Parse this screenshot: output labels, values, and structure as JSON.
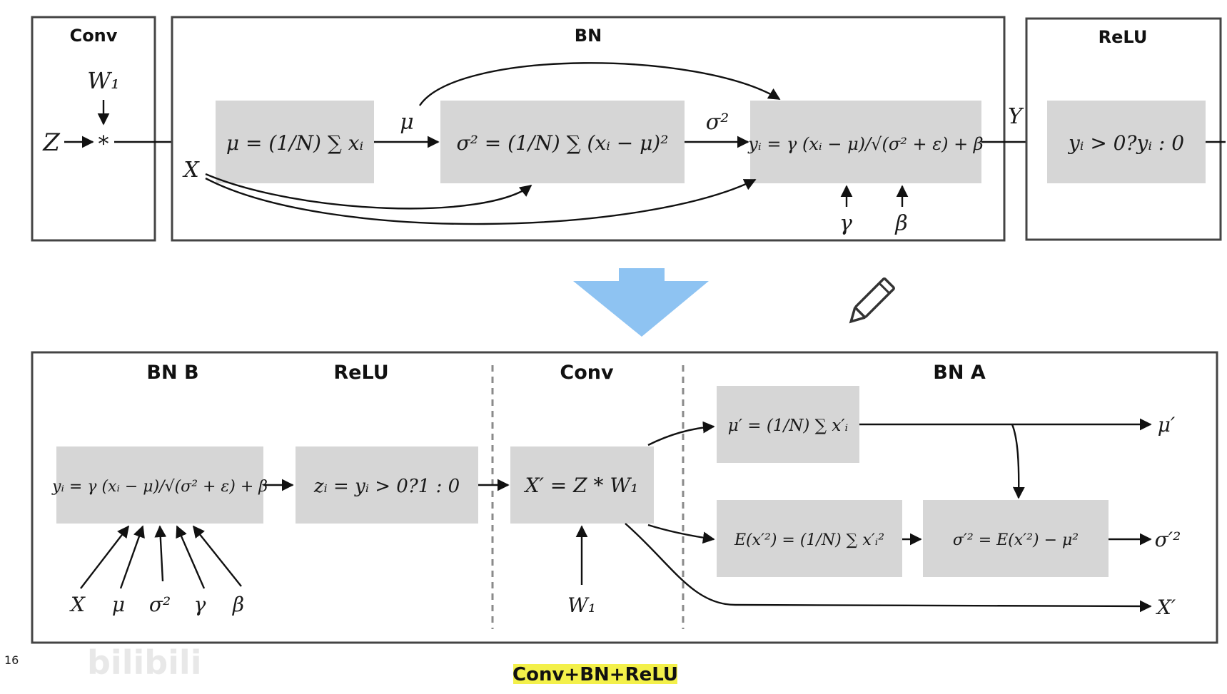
{
  "top": {
    "conv": {
      "title": "Conv",
      "w": "W₁",
      "z": "Z",
      "op": "*"
    },
    "bn": {
      "title": "BN",
      "x_label": "X",
      "mu_label": "μ",
      "sigma_label": "σ²",
      "gamma_label": "γ",
      "beta_label": "β",
      "mean_formula": "μ = (1/N) ∑ xᵢ",
      "var_formula": "σ² = (1/N) ∑ (xᵢ − μ)²",
      "norm_formula": "yᵢ = γ (xᵢ − μ)/√(σ² + ε) + β"
    },
    "y_label": "Y",
    "relu": {
      "title": "ReLU",
      "formula": "yᵢ > 0?yᵢ : 0"
    }
  },
  "bottom": {
    "headers": {
      "bnb": "BN B",
      "relu": "ReLU",
      "conv": "Conv",
      "bna": "BN A"
    },
    "bnb_formula": "yᵢ = γ (xᵢ − μ)/√(σ² + ε) + β",
    "bnb_inputs": [
      "X",
      "μ",
      "σ²",
      "γ",
      "β"
    ],
    "relu_formula": "zᵢ = yᵢ > 0?1 : 0",
    "conv_formula": "X′ = Z * W₁",
    "conv_w": "W₁",
    "mu_prime_formula": "μ′ = (1/N) ∑ x′ᵢ",
    "ex2_formula": "E(x′²) = (1/N) ∑ x′ᵢ²",
    "sigma_prime_formula": "σ′² = E(x′²) − μ²",
    "out_mu": "μ′",
    "out_sigma": "σ′²",
    "out_x": "X′"
  },
  "caption": "Conv+BN+ReLU",
  "page_number": "16",
  "colors": {
    "arrow_blue": "#8ec3f2",
    "box_gray": "#d6d6d6",
    "caption_highlight": "#f3f04a"
  },
  "icons": {
    "transform_arrow": "down-arrow-icon",
    "pencil": "pencil-icon"
  }
}
